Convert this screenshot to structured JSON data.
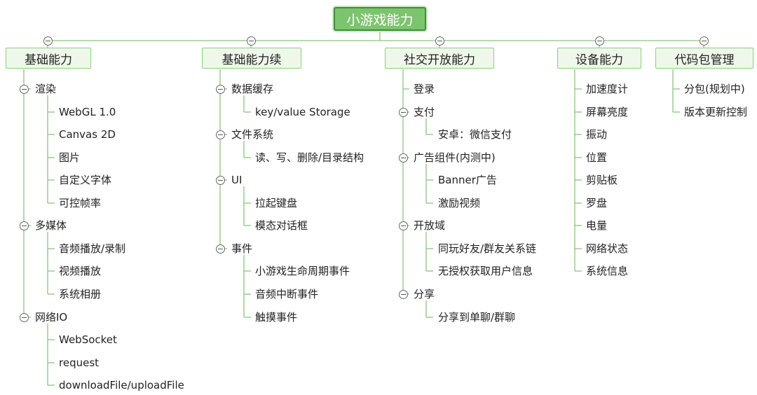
{
  "root": {
    "label": "小游戏能力"
  },
  "categories": [
    {
      "label": "基础能力"
    },
    {
      "label": "基础能力续"
    },
    {
      "label": "社交开放能力"
    },
    {
      "label": "设备能力"
    },
    {
      "label": "代码包管理"
    }
  ],
  "items": {
    "rendering": "渲染",
    "webgl": "WebGL 1.0",
    "canvas2d": "Canvas 2D",
    "image": "图片",
    "custom_font": "自定义字体",
    "frame_rate": "可控帧率",
    "multimedia": "多媒体",
    "audio": "音频播放/录制",
    "video": "视频播放",
    "album": "系统相册",
    "network_io": "网络IO",
    "websocket": "WebSocket",
    "request": "request",
    "download_upload": "downloadFile/uploadFile",
    "data_cache": "数据缓存",
    "kv_storage": "key/value Storage",
    "file_system": "文件系统",
    "rw_delete": "读、写、删除/目录结构",
    "ui": "UI",
    "keyboard": "拉起键盘",
    "modal": "模态对话框",
    "events": "事件",
    "lifecycle": "小游戏生命周期事件",
    "audio_interrupt": "音频中断事件",
    "touch": "触摸事件",
    "login": "登录",
    "payment": "支付",
    "android_pay": "安卓：微信支付",
    "ad_component": "广告组件(内测中)",
    "banner": "Banner广告",
    "reward_video": "激励视频",
    "open_domain": "开放域",
    "friend_chain": "同玩好友/群友关系链",
    "user_info": "无授权获取用户信息",
    "share": "分享",
    "share_target": "分享到单聊/群聊",
    "accelerometer": "加速度计",
    "brightness": "屏幕亮度",
    "vibration": "振动",
    "location": "位置",
    "clipboard": "剪贴板",
    "compass": "罗盘",
    "battery": "电量",
    "network_status": "网络状态",
    "system_info": "系统信息",
    "subpackage": "分包(规划中)",
    "version_update": "版本更新控制"
  },
  "colors": {
    "line": "#8dc47f",
    "box_fill": "#eef7ea",
    "box_border": "#8ccf7e",
    "root_fill": "#7cc46d",
    "root_border": "#3f8f3a"
  }
}
